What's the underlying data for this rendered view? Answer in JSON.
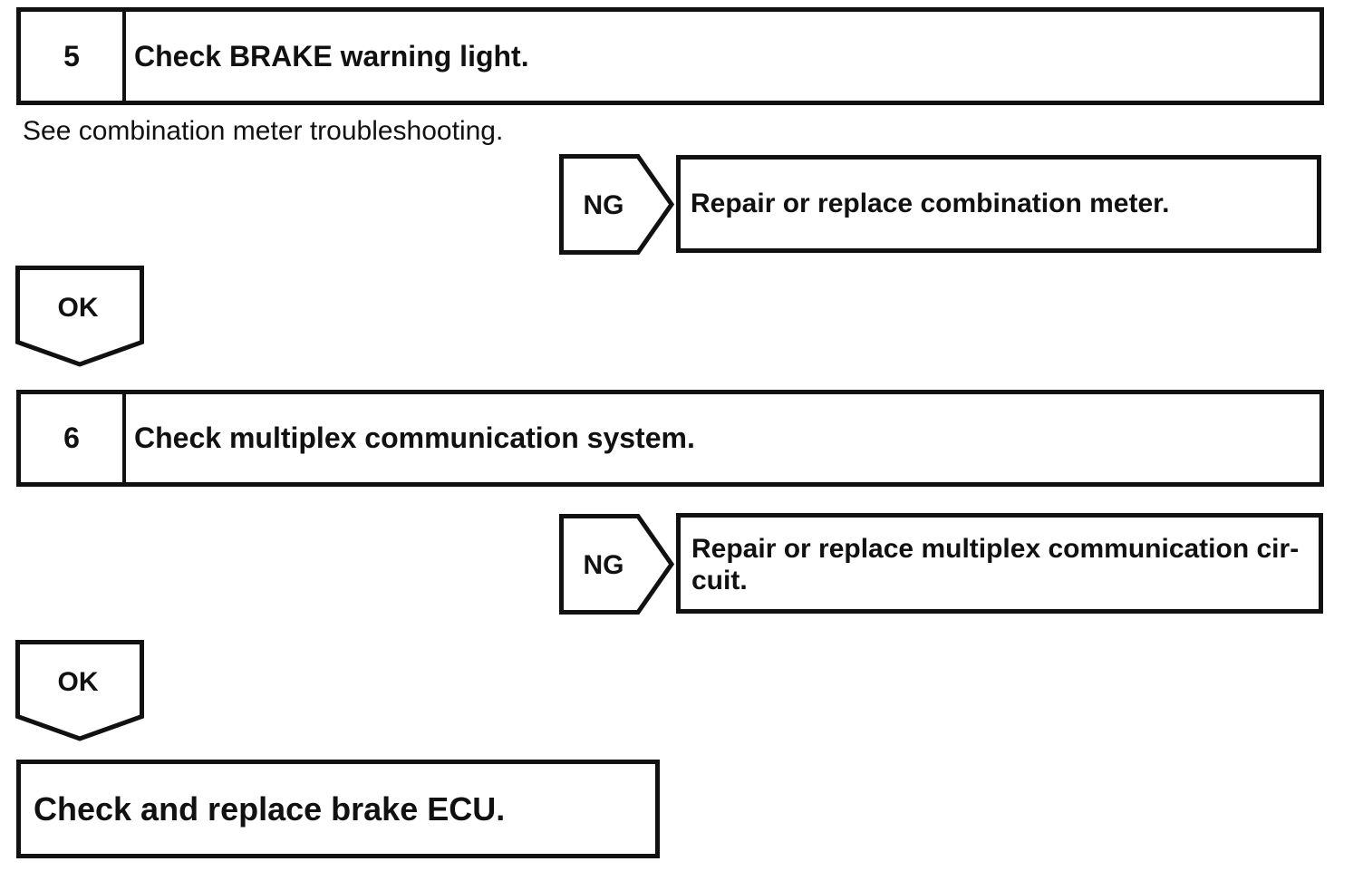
{
  "page": {
    "background": "#ffffff",
    "ink": "#111111"
  },
  "flowchart": {
    "steps": [
      {
        "number": "5",
        "title": "Check BRAKE warning light."
      },
      {
        "number": "6",
        "title": "Check multiplex communication system."
      }
    ],
    "note": "See combination meter troubleshooting.",
    "branches": [
      {
        "connector": "NG",
        "action_lines": [
          "Repair or replace combination meter."
        ]
      },
      {
        "connector": "NG",
        "action_lines": [
          "Repair or replace multiplex communication cir-",
          "cuit."
        ]
      }
    ],
    "ok_connectors": [
      {
        "label": "OK"
      },
      {
        "label": "OK"
      }
    ],
    "final_action": "Check and replace brake ECU."
  }
}
